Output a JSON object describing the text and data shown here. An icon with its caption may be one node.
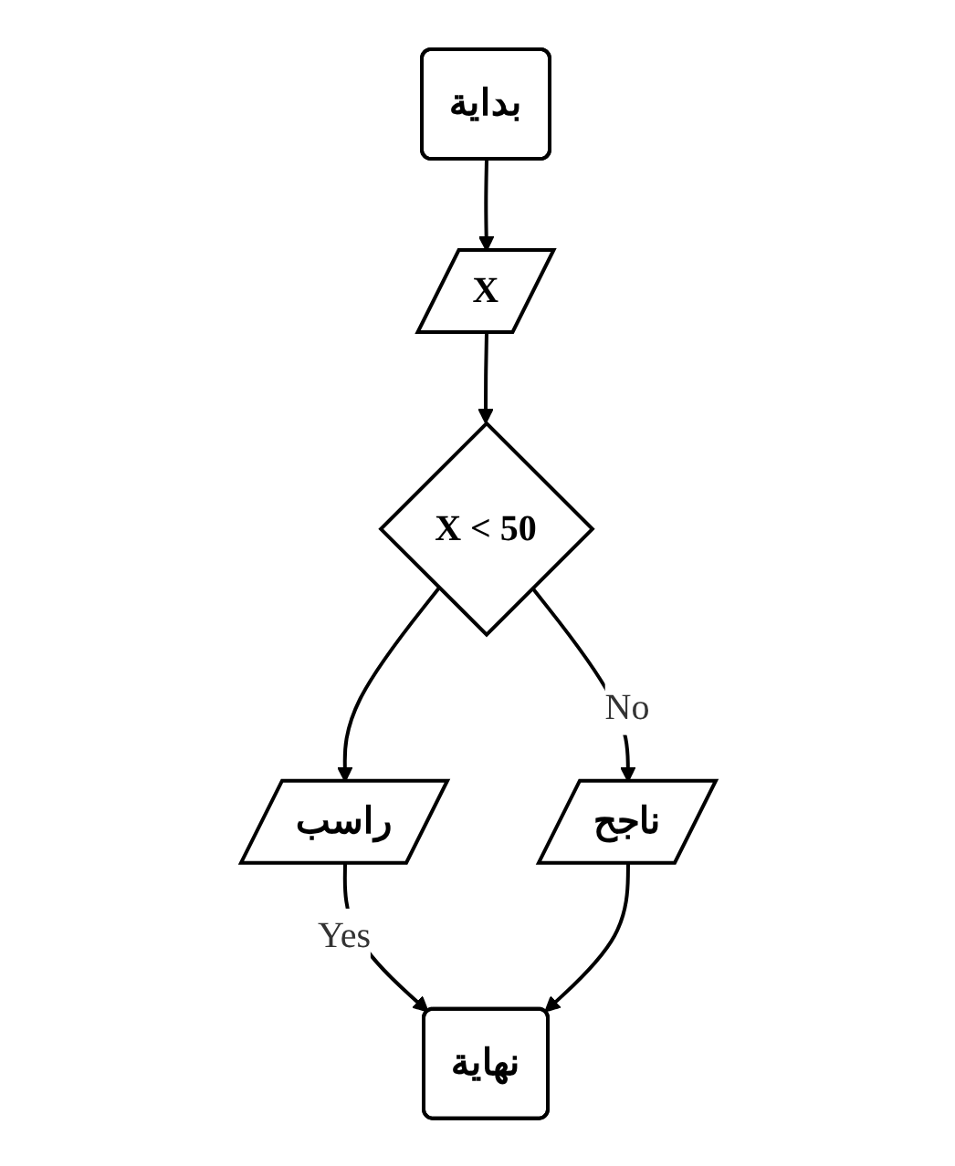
{
  "diagram": {
    "nodes": [
      {
        "text": [
          "بداية"
        ]
      },
      {
        "text": [
          "X"
        ]
      },
      {
        "text": [
          "X < 50"
        ]
      },
      {
        "text": [
          "راسب"
        ]
      },
      {
        "text": [
          "ناجح"
        ]
      },
      {
        "text": [
          "نهاية"
        ]
      }
    ],
    "edges": [
      {
        "from": 0,
        "to": 1,
        "arrow": "to"
      },
      {
        "from": 1,
        "to": 2,
        "arrow": "to"
      },
      {
        "from": 2,
        "to": 3,
        "arrow": "to"
      },
      {
        "from": 2,
        "to": 4,
        "label": "No",
        "arrow": "to"
      },
      {
        "from": 3,
        "to": 5,
        "label": "Yes",
        "arrow": "to"
      },
      {
        "from": 4,
        "to": 5,
        "arrow": "to"
      }
    ]
  }
}
